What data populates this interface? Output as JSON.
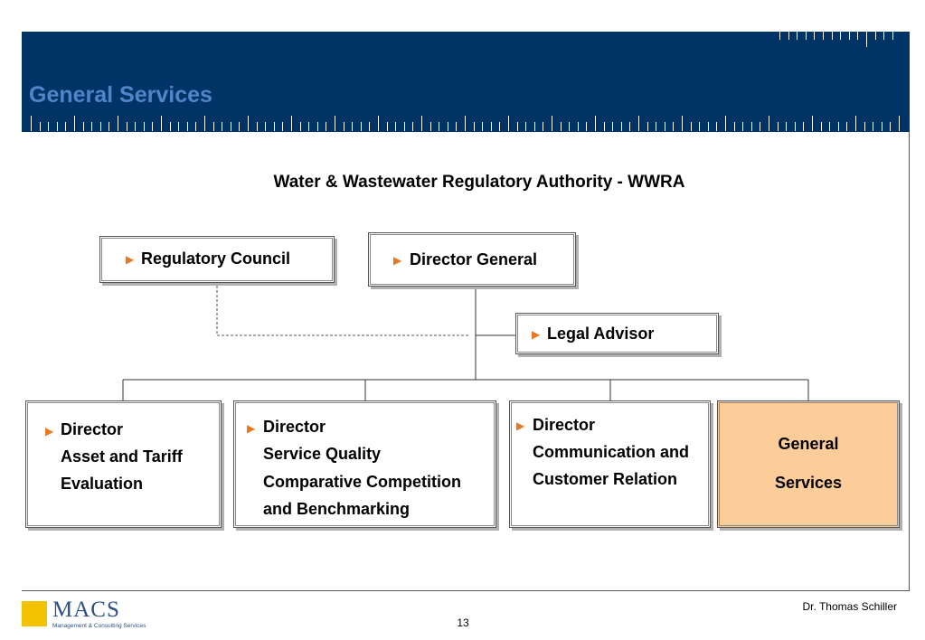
{
  "header": {
    "title": "General Services"
  },
  "main_title": "Water & Wastewater Regulatory Authority - WWRA",
  "boxes": {
    "regulatory_council": "Regulatory Council",
    "director_general": "Director General",
    "legal_advisor": "Legal Advisor",
    "director_asset": [
      "Director",
      "Asset and Tariff",
      "Evaluation"
    ],
    "director_service": [
      "Director",
      "Service Quality",
      "Comparative Competition",
      "and Benchmarking"
    ],
    "director_communication": [
      "Director",
      "Communication and",
      "Customer Relation"
    ],
    "general_services": [
      "General",
      "Services"
    ]
  },
  "colors": {
    "header_bg": "#003366",
    "header_title": "#4f86c8",
    "bullet": "#e87722",
    "highlight_box": "#fccc99",
    "logo_square": "#f2c200",
    "logo_text": "#2c4f86"
  },
  "icons": {
    "bullet": "caret-right-icon"
  },
  "footer": {
    "logo": "MACS",
    "logo_sub": "Management & Consulting Services",
    "author": "Dr. Thomas Schiller",
    "page_number": "13"
  }
}
